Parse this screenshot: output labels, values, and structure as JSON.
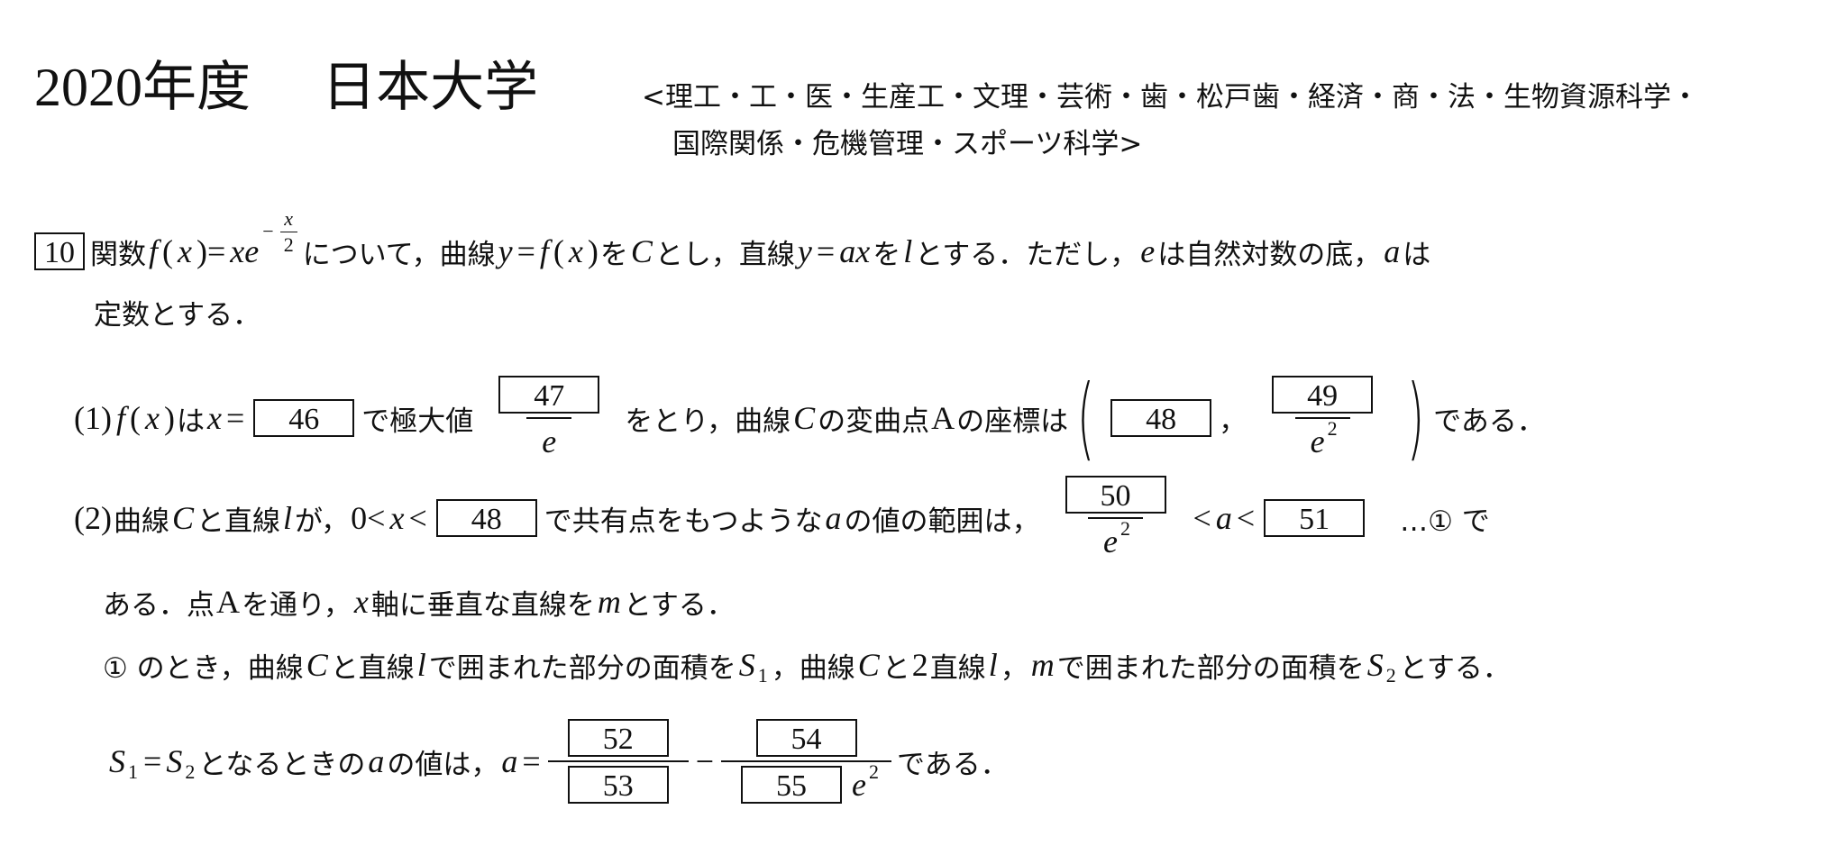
{
  "header": {
    "year": "2020年度",
    "university": "日本大学",
    "faculties_line1": "<理工・工・医・生産工・文理・芸術・歯・松戸歯・経済・商・法・生物資源科学・",
    "faculties_line2": "国際関係・危機管理・スポーツ科学>"
  },
  "problem": {
    "number": "10",
    "lines": [
      {
        "parts": [
          {
            "t": "関数 "
          },
          {
            "m": "f"
          },
          {
            "r": "("
          },
          {
            "m": "x"
          },
          {
            "r": ")="
          },
          {
            "m": "xe"
          },
          {
            "sup": [
              {
                "r": "−"
              },
              {
                "frac": {
                  "num": [
                    {
                      "m": "x"
                    }
                  ],
                  "den": [
                    {
                      "r": "2"
                    }
                  ]
                }
              }
            ]
          },
          {
            "t": " について，曲線 "
          },
          {
            "m": "y"
          },
          {
            "r": "="
          },
          {
            "m": "f"
          },
          {
            "r": "("
          },
          {
            "m": "x"
          },
          {
            "r": ")"
          },
          {
            "t": " を"
          },
          {
            "m": "C"
          },
          {
            "t": "とし，直線 "
          },
          {
            "m": "y"
          },
          {
            "r": "="
          },
          {
            "m": "ax"
          },
          {
            "t": " を "
          },
          {
            "m": "l"
          },
          {
            "t": " とする．ただし，"
          },
          {
            "m": "e"
          },
          {
            "t": "は自然対数の底，"
          },
          {
            "m": "a"
          },
          {
            "t": "は"
          }
        ]
      },
      {
        "parts": [
          {
            "t": "定数とする．"
          }
        ]
      },
      {
        "parts": [
          {
            "r": "(1)"
          },
          {
            "m": "f"
          },
          {
            "r": "("
          },
          {
            "m": "x"
          },
          {
            "r": ")"
          },
          {
            "t": "は"
          },
          {
            "m": "x"
          },
          {
            "r": "="
          },
          {
            "box": "46"
          },
          {
            "t": "で極大値"
          },
          {
            "frac": {
              "num": [
                {
                  "box": "47"
                }
              ],
              "den": [
                {
                  "m": "e"
                }
              ]
            }
          },
          {
            "t": "をとり，曲線"
          },
          {
            "m": "C"
          },
          {
            "t": "の変曲点 "
          },
          {
            "r": "A"
          },
          {
            "t": " の座標は"
          },
          {
            "paren": [
              {
                "box": "48"
              },
              {
                "t": "，"
              },
              {
                "frac": {
                  "num": [
                    {
                      "box": "49"
                    }
                  ],
                  "den": [
                    {
                      "m": "e"
                    },
                    {
                      "supe": "2"
                    }
                  ]
                }
              }
            ]
          },
          {
            "t": "である．"
          }
        ]
      },
      {
        "parts": [
          {
            "r": "(2)"
          },
          {
            "t": " 曲線"
          },
          {
            "m": "C"
          },
          {
            "t": "と直線"
          },
          {
            "m": "l"
          },
          {
            "t": "が，"
          },
          {
            "r": "0<"
          },
          {
            "m": "x"
          },
          {
            "r": "<"
          },
          {
            "box": "48"
          },
          {
            "t": "で共有点をもつような"
          },
          {
            "m": "a"
          },
          {
            "t": "の値の範囲は，"
          },
          {
            "frac": {
              "num": [
                {
                  "box": "50"
                }
              ],
              "den": [
                {
                  "m": "e"
                },
                {
                  "supe": "2"
                }
              ]
            }
          },
          {
            "r": "<"
          },
          {
            "m": "a"
          },
          {
            "r": "<"
          },
          {
            "box": "51"
          },
          {
            "t": "　…① で"
          }
        ]
      },
      {
        "parts": [
          {
            "t": "ある．点 "
          },
          {
            "r": "A"
          },
          {
            "t": " を通り，"
          },
          {
            "m": "x"
          },
          {
            "t": "軸に垂直な直線を "
          },
          {
            "m": "m"
          },
          {
            "t": " とする．"
          }
        ]
      },
      {
        "parts": [
          {
            "t": "① のとき，曲線"
          },
          {
            "m": "C"
          },
          {
            "t": "と直線"
          },
          {
            "m": "l"
          },
          {
            "t": "で囲まれた部分の面積を"
          },
          {
            "m": "S"
          },
          {
            "sub": "1"
          },
          {
            "t": "，曲線"
          },
          {
            "m": "C"
          },
          {
            "t": "と "
          },
          {
            "r": "2"
          },
          {
            "t": " 直線"
          },
          {
            "m": "l"
          },
          {
            "t": "，"
          },
          {
            "m": "m"
          },
          {
            "t": "で囲まれた部分の面積を"
          },
          {
            "m": "S"
          },
          {
            "sub": "2"
          },
          {
            "t": "とする．"
          }
        ]
      },
      {
        "parts": [
          {
            "m": "S"
          },
          {
            "sub": "1"
          },
          {
            "r": "="
          },
          {
            "m": "S"
          },
          {
            "sub": "2"
          },
          {
            "t": " となるときの "
          },
          {
            "m": "a"
          },
          {
            "t": " の値は，"
          },
          {
            "m": "a"
          },
          {
            "r": "="
          },
          {
            "frac": {
              "num": [
                {
                  "box": "52"
                }
              ],
              "den": [
                {
                  "box": "53"
                }
              ]
            }
          },
          {
            "r": "−"
          },
          {
            "frac": {
              "num": [
                {
                  "box": "54"
                }
              ],
              "den": [
                {
                  "box": "55"
                },
                {
                  "m": "e"
                },
                {
                  "supe": "2"
                }
              ]
            }
          },
          {
            "t": " である．"
          }
        ]
      }
    ]
  }
}
